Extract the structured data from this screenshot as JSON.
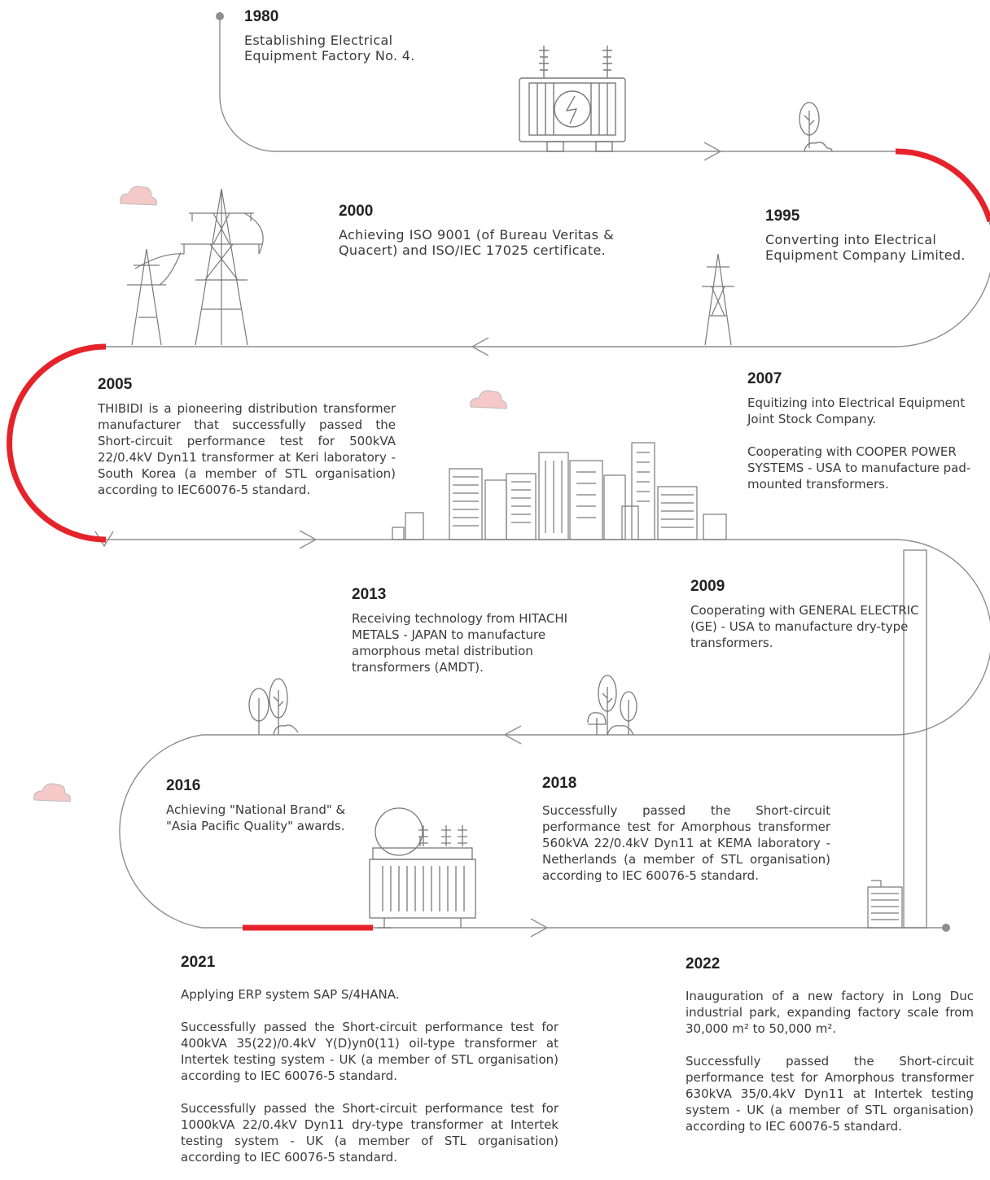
{
  "milestones": [
    {
      "year": "1980",
      "paragraphs": [
        "Establishing Electrical Equipment Factory No. 4."
      ]
    },
    {
      "year": "1995",
      "paragraphs": [
        "Converting into Electrical Equipment Company Limited."
      ]
    },
    {
      "year": "2000",
      "paragraphs": [
        "Achieving ISO 9001 (of Bureau Veritas & Quacert) and ISO/IEC 17025 certificate."
      ]
    },
    {
      "year": "2005",
      "paragraphs": [
        "THIBIDI is a pioneering distribution transformer manufacturer that successfully passed the Short-circuit performance test for 500kVA 22/0.4kV Dyn11 transformer at Keri laboratory - South Korea (a member of STL organisation) according to IEC60076-5 standard."
      ]
    },
    {
      "year": "2007",
      "paragraphs": [
        "Equitizing into Electrical Equipment Joint Stock Company.",
        "Cooperating with COOPER POWER SYSTEMS - USA to manufacture pad-mounted transformers."
      ]
    },
    {
      "year": "2009",
      "paragraphs": [
        "Cooperating with GENERAL ELECTRIC (GE) - USA to manufacture dry-type transformers."
      ]
    },
    {
      "year": "2013",
      "paragraphs": [
        "Receiving technology from HITACHI METALS - JAPAN to manufacture amorphous metal distribution transformers (AMDT)."
      ]
    },
    {
      "year": "2016",
      "paragraphs": [
        "Achieving \"National Brand\" & \"Asia Pacific Quality\" awards."
      ]
    },
    {
      "year": "2018",
      "paragraphs": [
        "Successfully passed the Short-circuit performance test for Amorphous transformer 560kVA 22/0.4kV Dyn11 at KEMA laboratory - Netherlands (a member of STL organisation) according to IEC 60076-5 standard."
      ]
    },
    {
      "year": "2021",
      "paragraphs": [
        "Applying ERP system SAP S/4HANA.",
        "Successfully passed the Short-circuit performance test for 400kVA 35(22)/0.4kV Y(D)yn0(11) oil-type transformer at Intertek testing system - UK (a member of STL organisation) according to IEC 60076-5 standard.",
        "Successfully passed the Short-circuit performance test for 1000kVA 22/0.4kV Dyn11 dry-type transformer at Intertek testing system - UK (a member of STL organisation) according to IEC 60076-5 standard."
      ]
    },
    {
      "year": "2022",
      "paragraphs": [
        "Inauguration of a new factory in Long Duc industrial park, expanding factory scale from 30,000 m² to 50,000 m².",
        "Successfully passed the Short-circuit performance test for Amorphous transformer 630kVA 35/0.4kV Dyn11 at Intertek testing system - UK (a member of STL organisation) according to IEC 60076-5 standard."
      ]
    }
  ],
  "colors": {
    "path": "#8e8e8e",
    "accent": "#e5232a",
    "cloud": "#f6c9c9",
    "icon": "#7a7a7a"
  },
  "icons": [
    "transformer-icon",
    "tree-icon",
    "power-tower-icon",
    "cloud-icon",
    "city-skyline-icon",
    "building-icon"
  ]
}
